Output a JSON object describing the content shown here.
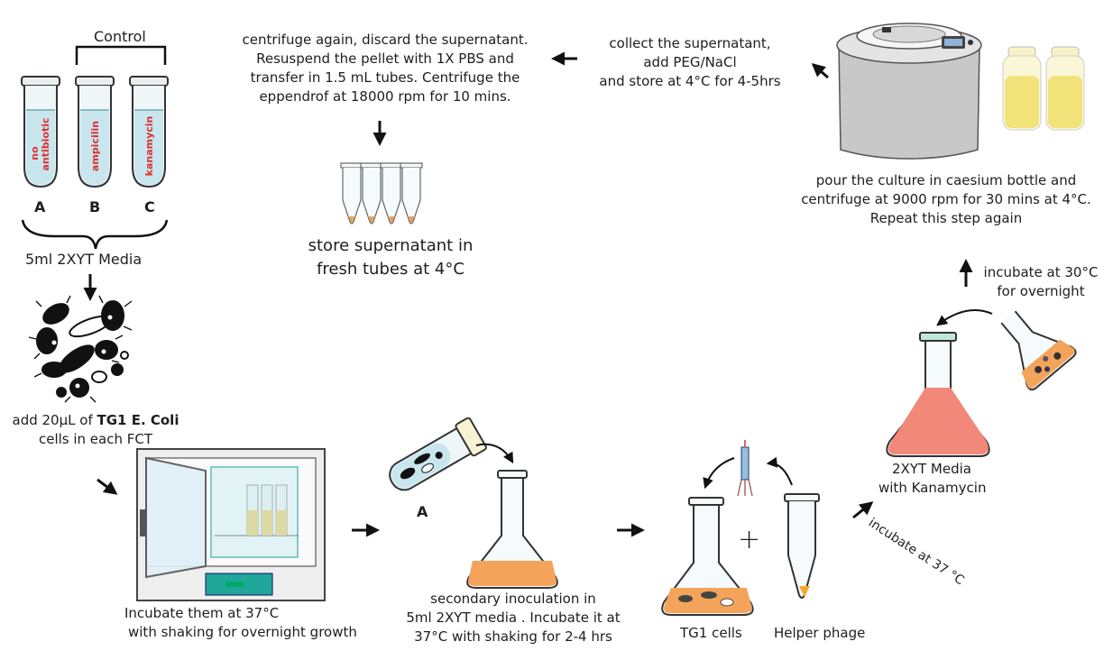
{
  "tubes": {
    "control_label": "Control",
    "items": [
      {
        "letter": "A",
        "label_lines": [
          "no",
          "antibiotic"
        ]
      },
      {
        "letter": "B",
        "label_lines": [
          "ampicilin"
        ]
      },
      {
        "letter": "C",
        "label_lines": [
          "kanamycin"
        ]
      }
    ],
    "media_label": "5ml 2XYT Media"
  },
  "add_cells": {
    "prefix": "add 20μL of ",
    "bold": "TG1 E. Coli",
    "line2": "cells  in each FCT"
  },
  "incubate_overnight": {
    "line1": "Incubate them at 37°C",
    "line2": "with shaking for overnight growth"
  },
  "secondary": {
    "tube_letter": "A",
    "line1": "secondary inoculation in",
    "line2": "5ml 2XYT media . Incubate it at",
    "line3": "37°C with shaking for 2-4 hrs"
  },
  "tg1": {
    "cells_label": "TG1 cells",
    "plus": "+",
    "phage_label": "Helper phage"
  },
  "incubate37": "incubate at 37 °C",
  "kan_flask": {
    "line1": "2XYT Media",
    "line2": "with Kanamycin"
  },
  "incubate30": {
    "line1": "incubate at 30°C",
    "line2": "for overnight"
  },
  "centrifuge": {
    "line1": "pour the culture in caesium bottle and",
    "line2": "centrifuge at 9000 rpm for 30 mins at 4°C.",
    "line3": "Repeat this step again"
  },
  "collect": {
    "line1": "collect the supernatant,",
    "line2": "add PEG/NaCl",
    "line3": "and store at 4°C for 4-5hrs"
  },
  "centrifuge_again": {
    "line1": "centrifuge again, discard the supernatant.",
    "line2": "Resuspend the pellet with 1X PBS and",
    "line3": "transfer in 1.5 mL tubes. Centrifuge the",
    "line4": "eppendrof at 18000 rpm for 10 mins."
  },
  "store": {
    "line1": "store supernatant in",
    "line2": "fresh tubes at 4°C"
  },
  "colors": {
    "media_blue": "#c9e6ee",
    "label_red": "#e03030",
    "culture_orange": "#f4a45a",
    "kan_pink": "#f2887a",
    "incubator_teal": "#1fa79a",
    "bottle_yellow": "#f2e27a"
  }
}
